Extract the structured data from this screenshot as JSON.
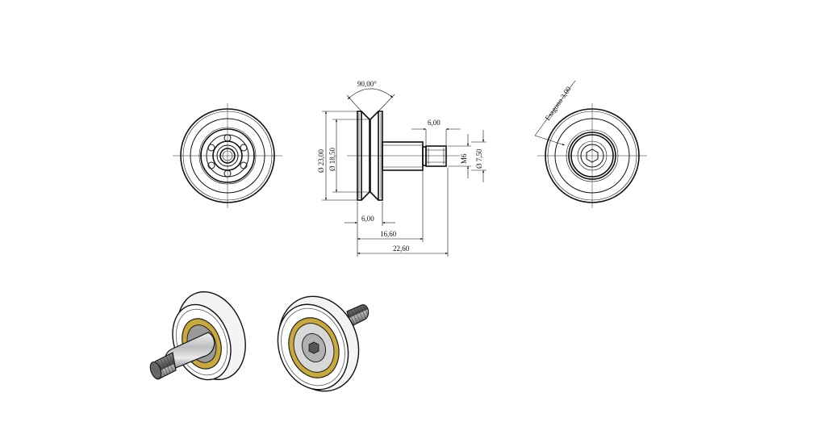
{
  "dimensions": {
    "angle": "90,00°",
    "dia_outer": "Ø 23,00",
    "dia_groove": "Ø 18,50",
    "thread_len": "6,00",
    "thread": "M6",
    "dia_pin": "Ø 7,50",
    "wheel_width": "6,00",
    "shoulder_len": "16,60",
    "total_len": "22,60",
    "hex": "Esagono 3,00"
  },
  "colors": {
    "line": "#111111",
    "bearing_gold": "#c9a93c",
    "steel": "#b8b8b8",
    "wheel_white": "#f4f4f4"
  }
}
